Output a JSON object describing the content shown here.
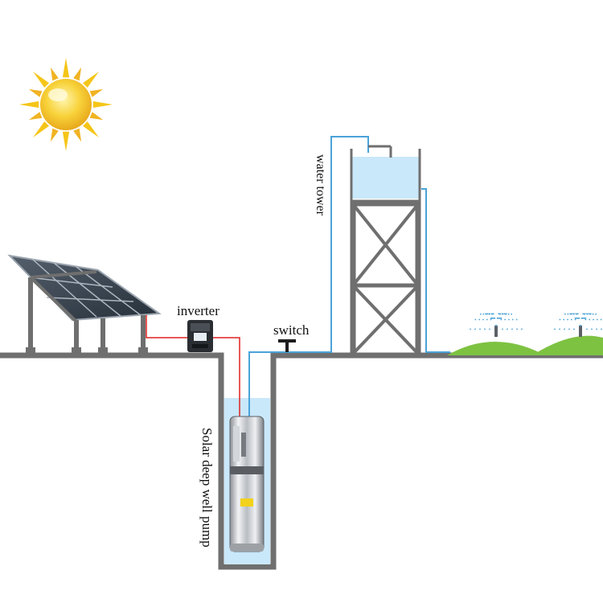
{
  "labels": {
    "inverter": "inverter",
    "switch": "switch",
    "water_tower": "water tower",
    "pump": "Solar deep well pump"
  },
  "colors": {
    "ground": "#6f6f6f",
    "structure": "#6f6f6f",
    "water_pipe": "#4aa3d8",
    "water": "#c9e8fa",
    "power_wire": "#e02020",
    "grass": "#7ec242",
    "sun": "#f5c518",
    "panel": "#3a4552"
  },
  "icons": {
    "sun": "sun-icon",
    "solar_panel": "solar-panel-icon",
    "inverter": "inverter-icon",
    "switch": "valve-switch-icon",
    "pump": "submersible-pump-icon",
    "sprinkler": "sprinkler-icon"
  }
}
